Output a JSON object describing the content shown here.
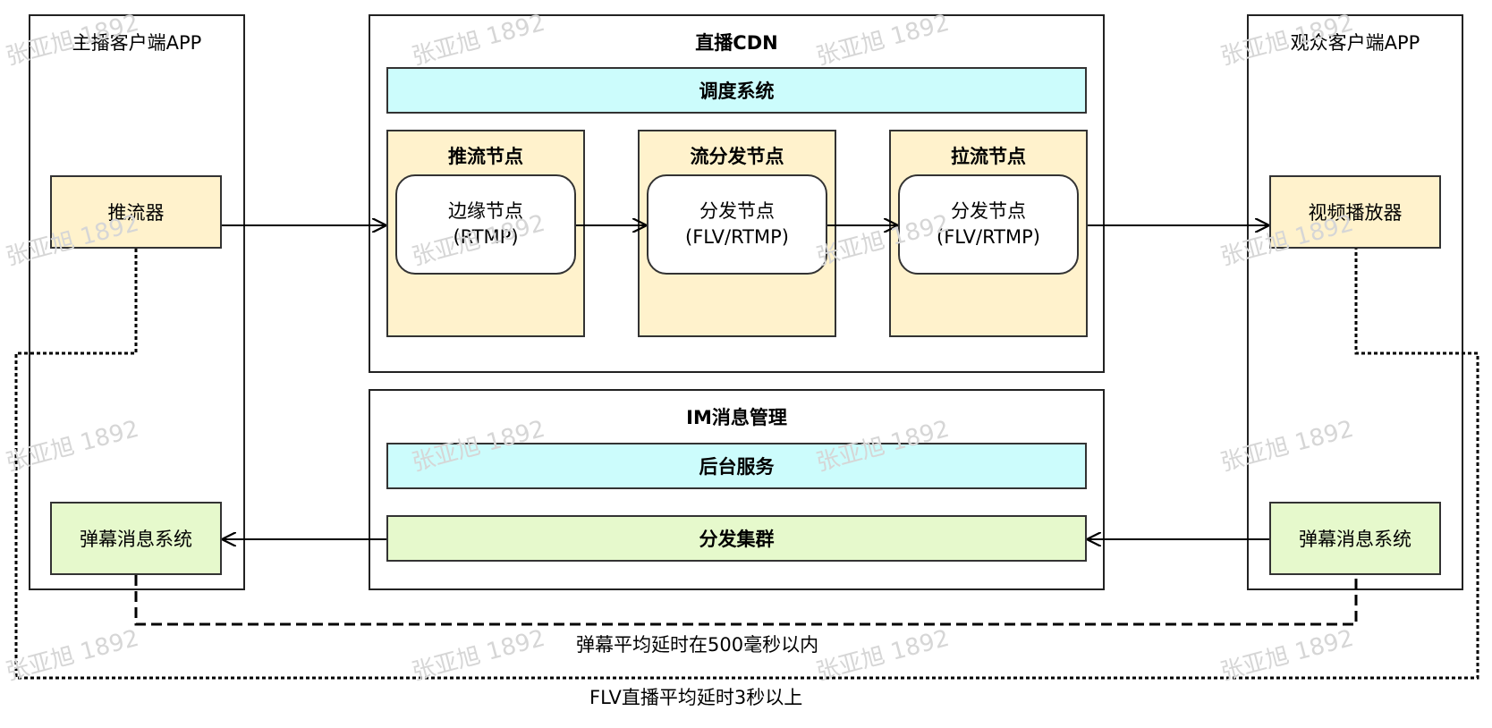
{
  "anchor_app": {
    "title": "主播客户端APP",
    "pusher": "推流器",
    "danmaku": "弹幕消息系统"
  },
  "viewer_app": {
    "title": "观众客户端APP",
    "player": "视频播放器",
    "danmaku": "弹幕消息系统"
  },
  "cdn": {
    "title": "直播CDN",
    "scheduler": "调度系统",
    "nodes": [
      {
        "title": "推流节点",
        "line1": "边缘节点",
        "line2": "(RTMP)"
      },
      {
        "title": "流分发节点",
        "line1": "分发节点",
        "line2": "(FLV/RTMP)"
      },
      {
        "title": "拉流节点",
        "line1": "分发节点",
        "line2": "(FLV/RTMP)"
      }
    ]
  },
  "im": {
    "title": "IM消息管理",
    "backend": "后台服务",
    "cluster": "分发集群"
  },
  "notes": {
    "danmaku_latency": "弹幕平均延时在500毫秒以内",
    "flv_latency": "FLV直播平均延时3秒以上"
  },
  "watermark": "张亚旭 1892",
  "colors": {
    "orange": "#fff2cc",
    "green": "#e6f9cc",
    "cyan": "#ccfcfc"
  }
}
